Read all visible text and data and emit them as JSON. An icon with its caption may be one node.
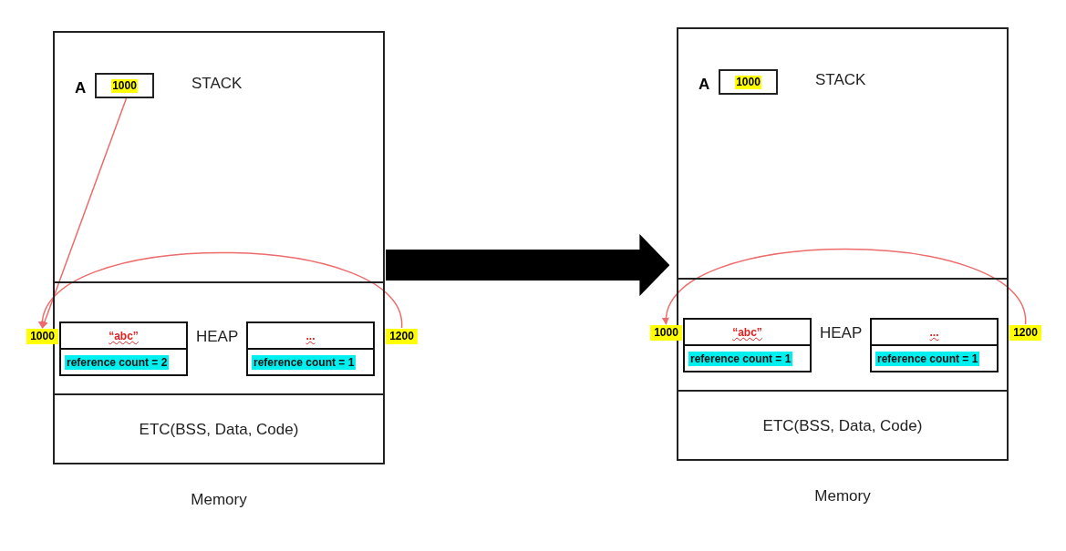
{
  "diagram": {
    "nodes": [
      {
        "text": [],
        "shape": "box",
        "beside": [
          "Memory"
        ]
      },
      {
        "text": [
          "STACK"
        ],
        "in": 0
      },
      {
        "text": [
          "1000"
        ],
        "beside": [
          "A"
        ],
        "in": 1
      },
      {
        "text": [
          "HEAP"
        ],
        "in": 0
      },
      {
        "text": [
          "“abc”",
          "reference count = 2"
        ],
        "in": 3
      },
      {
        "text": [
          "...",
          "reference count = 1"
        ],
        "in": 3
      },
      {
        "text": [
          "1000"
        ]
      },
      {
        "text": [
          "1200"
        ]
      },
      {
        "text": [
          "ETC(BSS, Data, Code)"
        ],
        "in": 0
      },
      {
        "text": [],
        "shape": "box",
        "beside": [
          "Memory"
        ]
      },
      {
        "text": [
          "STACK"
        ],
        "in": 9
      },
      {
        "text": [
          "1000"
        ],
        "beside": [
          "A"
        ],
        "in": 10
      },
      {
        "text": [
          "HEAP"
        ],
        "in": 9
      },
      {
        "text": [
          "“abc”",
          "reference count = 1"
        ],
        "in": 12
      },
      {
        "text": [
          "...",
          "reference count = 1"
        ],
        "in": 12
      },
      {
        "text": [
          "1000"
        ]
      },
      {
        "text": [
          "1200"
        ]
      },
      {
        "text": [
          "ETC(BSS, Data, Code)"
        ],
        "in": 9
      }
    ],
    "edges": [
      {
        "from": 2,
        "to": 6,
        "arrow": "to"
      },
      {
        "from": 7,
        "to": 6,
        "arrow": "to"
      },
      {
        "from": 0,
        "to": 9,
        "arrow": "to",
        "style": "thick",
        "color": "#000000"
      },
      {
        "from": 16,
        "to": 15,
        "arrow": "to"
      }
    ]
  }
}
